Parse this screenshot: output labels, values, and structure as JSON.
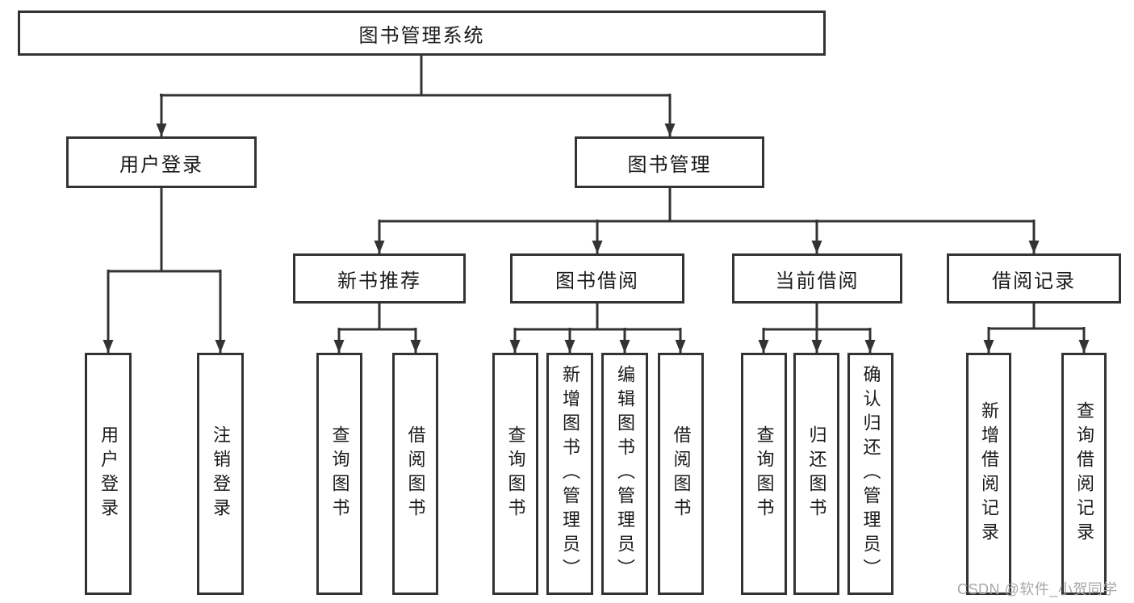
{
  "tree": {
    "label": "图书管理系统",
    "children": [
      {
        "label": "用户登录",
        "children": [
          {
            "label": "用户登录"
          },
          {
            "label": "注销登录"
          }
        ]
      },
      {
        "label": "图书管理",
        "children": [
          {
            "label": "新书推荐",
            "children": [
              {
                "label": "查询图书"
              },
              {
                "label": "借阅图书"
              }
            ]
          },
          {
            "label": "图书借阅",
            "children": [
              {
                "label": "查询图书"
              },
              {
                "label": "新增图书（管理员）"
              },
              {
                "label": "编辑图书（管理员）"
              },
              {
                "label": "借阅图书"
              }
            ]
          },
          {
            "label": "当前借阅",
            "children": [
              {
                "label": "查询图书"
              },
              {
                "label": "归还图书"
              },
              {
                "label": "确认归还（管理员）"
              }
            ]
          },
          {
            "label": "借阅记录",
            "children": [
              {
                "label": "新增借阅记录"
              },
              {
                "label": "查询借阅记录"
              }
            ]
          }
        ]
      }
    ]
  },
  "watermark": {
    "text": "CSDN @软件_小贺同学"
  },
  "colors": {
    "line": "#333333",
    "box_border": "#333333",
    "box_fill": "#ffffff",
    "text": "#1a1a1a",
    "watermark_text": "#a8a8a8",
    "background": "#ffffff"
  }
}
